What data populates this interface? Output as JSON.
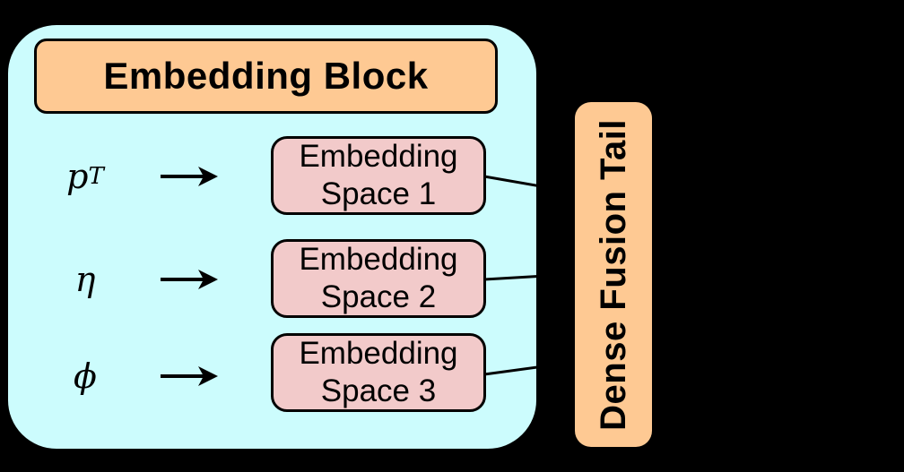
{
  "diagram": {
    "embedding_block": {
      "title": "Embedding Block",
      "rows": [
        {
          "input": "p",
          "input_subscript": "T",
          "box_line1": "Embedding",
          "box_line2": "Space 1"
        },
        {
          "input": "η",
          "input_subscript": "",
          "box_line1": "Embedding",
          "box_line2": "Space 2"
        },
        {
          "input": "ϕ",
          "input_subscript": "",
          "box_line1": "Embedding",
          "box_line2": "Space 3"
        }
      ]
    },
    "fusion_tail": {
      "label": "Dense Fusion Tail"
    }
  },
  "colors": {
    "background": "#000000",
    "container_fill": "#ccfcfd",
    "header_fill": "#fec993",
    "embedding_space_fill": "#f2caca",
    "tail_fill": "#fec993",
    "stroke": "#000000"
  }
}
